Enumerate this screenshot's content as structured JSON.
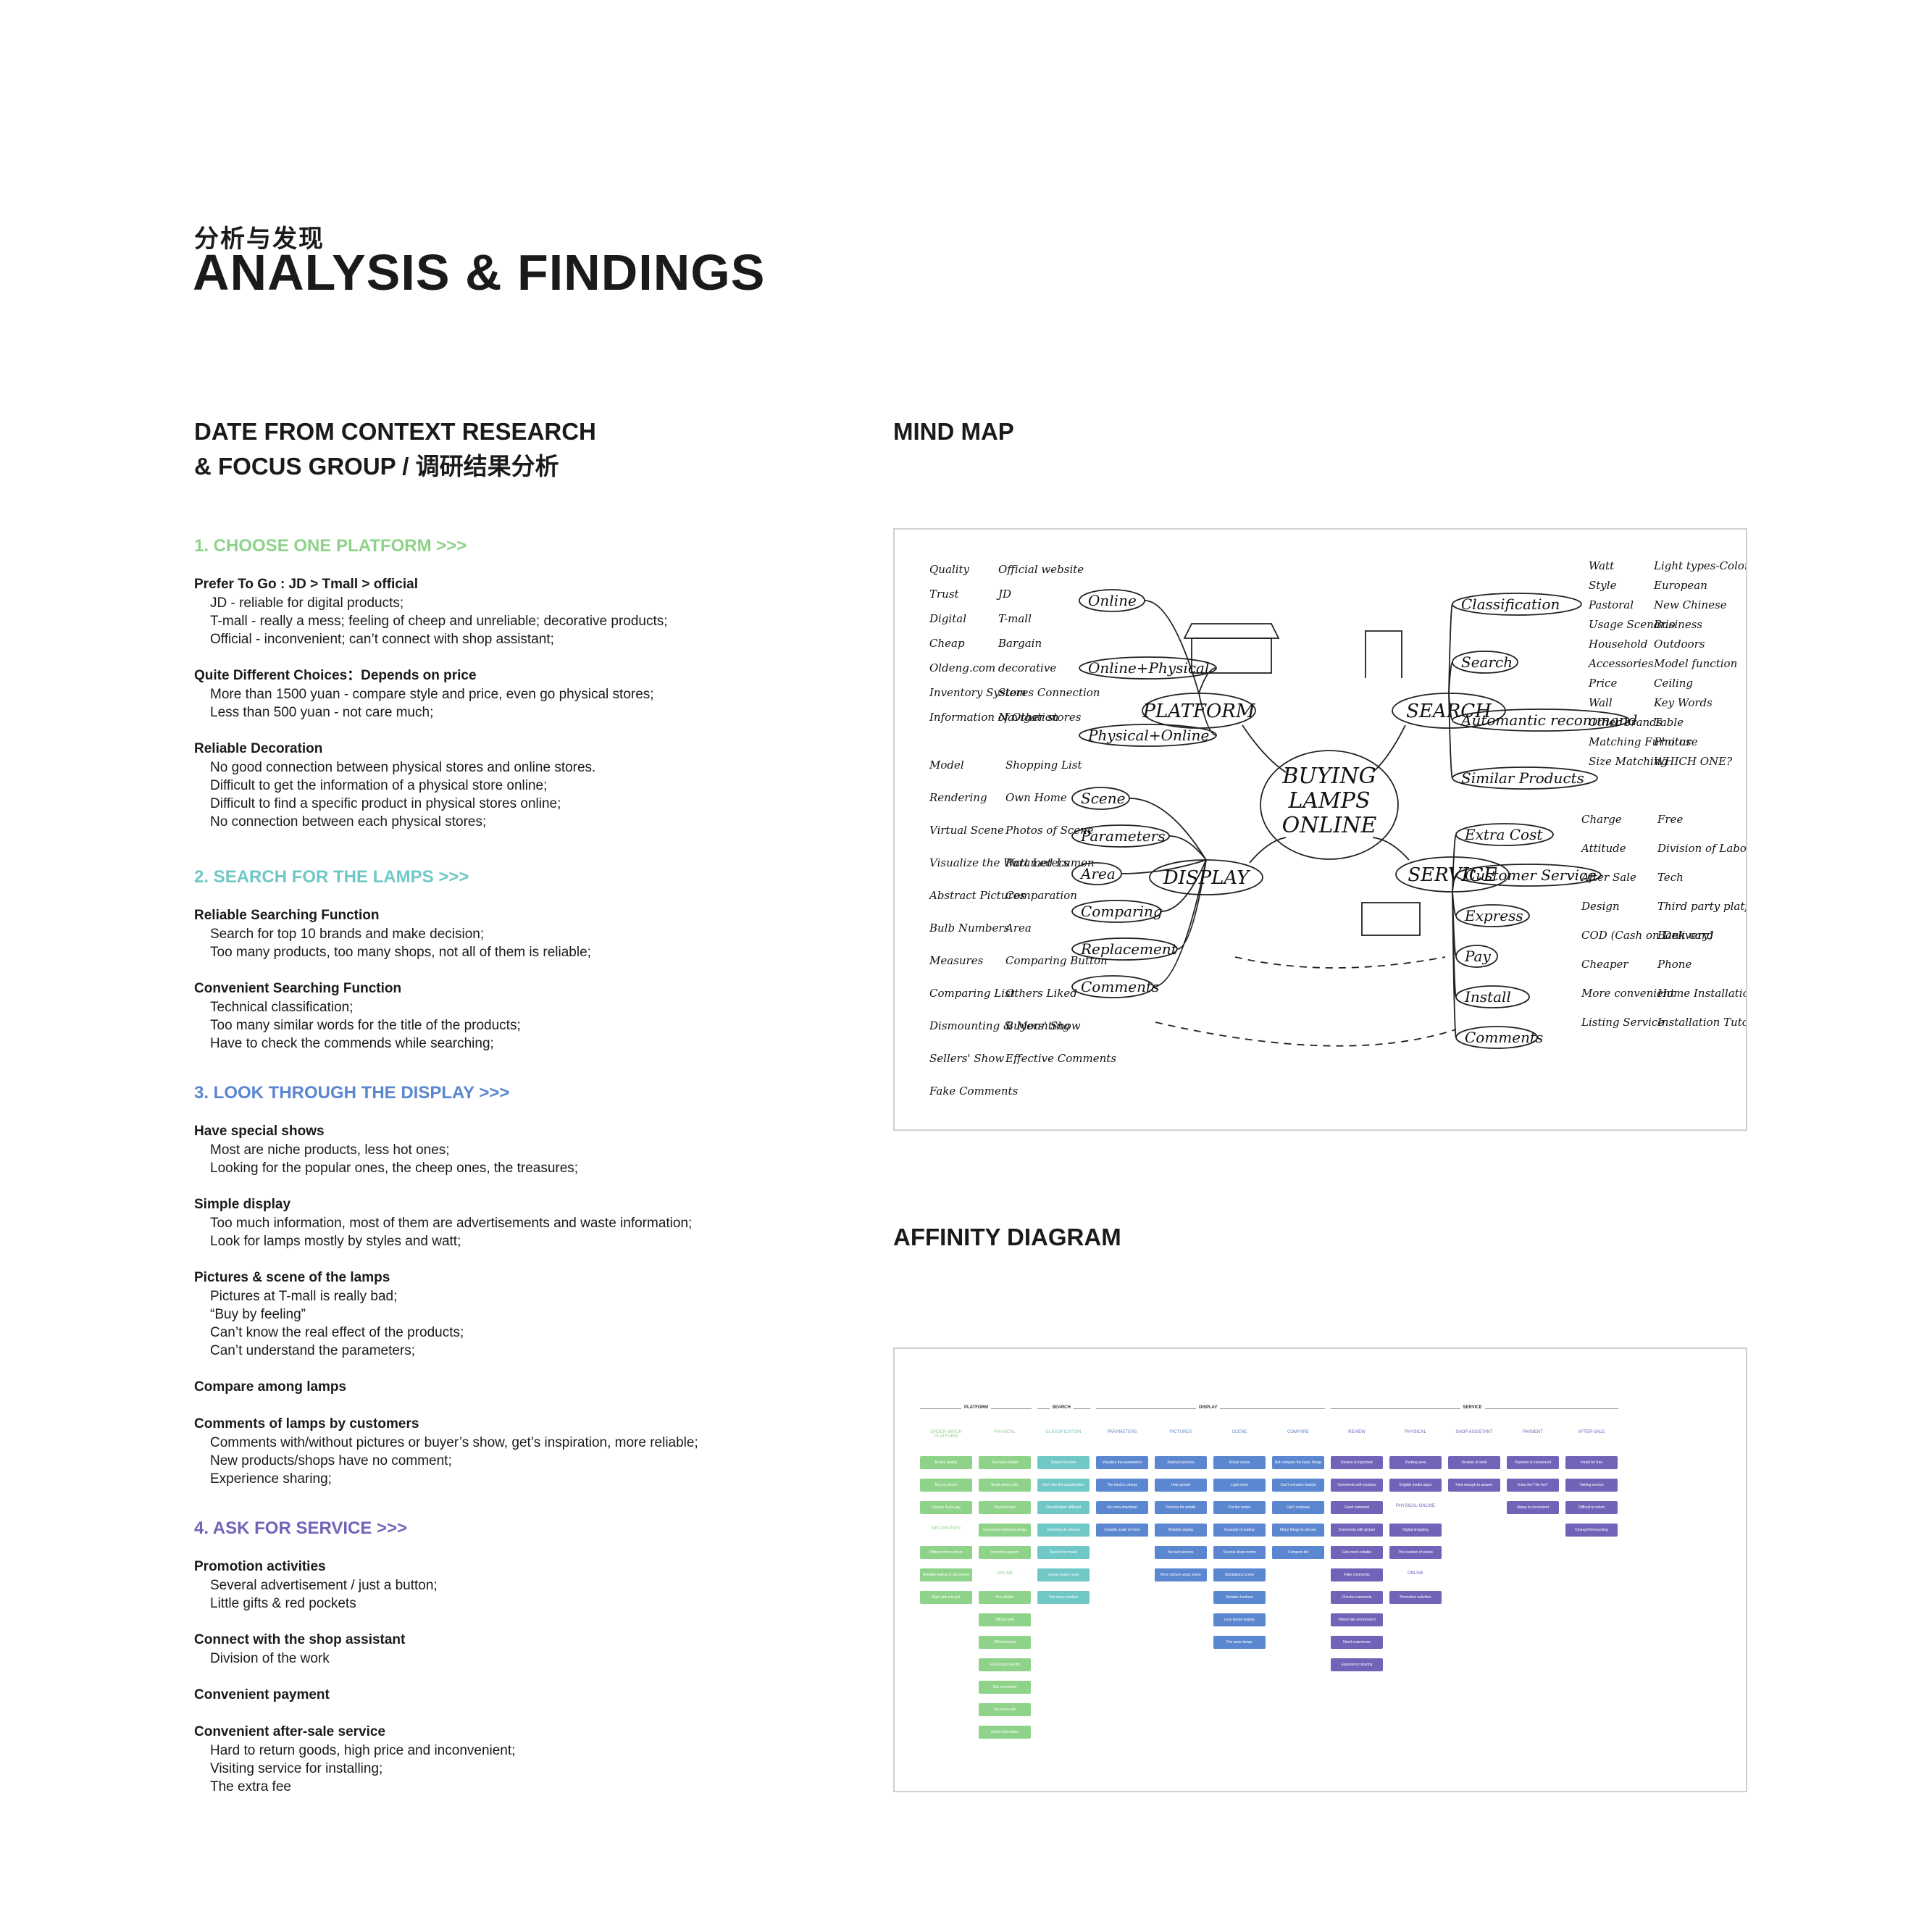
{
  "header": {
    "subtitle_cn": "分析与发现",
    "title": "ANALYSIS & FINDINGS"
  },
  "colors": {
    "green": "#8fd38a",
    "teal": "#6fc8c6",
    "blue": "#5b86d0",
    "purple": "#7064b8"
  },
  "research": {
    "heading_line1": "DATE FROM CONTEXT RESEARCH",
    "heading_line2": "& FOCUS GROUP / 调研结果分析",
    "sections": [
      {
        "title": "1. CHOOSE ONE PLATFORM >>>",
        "color": "#8fd38a",
        "items": [
          {
            "title": "Prefer To Go : JD > Tmall > official",
            "lines": [
              "JD - reliable for digital products;",
              "T-mall - really a mess; feeling of cheep and unreliable; decorative products;",
              "Official - inconvenient; can’t connect with shop assistant;"
            ]
          },
          {
            "title": "Quite Different Choices：Depends on price",
            "lines": [
              "More than 1500 yuan - compare style and price, even go physical stores;",
              "Less than 500 yuan - not care much;"
            ]
          },
          {
            "title": "Reliable Decoration",
            "lines": [
              "No good connection between physical stores and online stores.",
              "Difficult to get the information of a physical store online;",
              "Difficult to find a specific product in physical stores online;",
              "No connection between each physical stores;"
            ]
          }
        ]
      },
      {
        "title": "2. SEARCH FOR THE LAMPS >>>",
        "color": "#6fc8c6",
        "items": [
          {
            "title": "Reliable Searching Function",
            "lines": [
              "Search for top 10 brands and make decision;",
              "Too many products, too many shops, not all of them is reliable;"
            ]
          },
          {
            "title": "Convenient Searching Function",
            "lines": [
              "Technical classification;",
              "Too many similar words for the title of the products;",
              "Have to check the commends while searching;"
            ]
          }
        ]
      },
      {
        "title": "3. LOOK THROUGH THE DISPLAY >>>",
        "color": "#5b86d0",
        "items": [
          {
            "title": "Have special shows",
            "lines": [
              "Most are niche products, less hot ones;",
              "Looking for the popular ones, the cheep ones, the treasures;"
            ]
          },
          {
            "title": "Simple display",
            "lines": [
              "Too much information, most of them are advertisements and waste information;",
              "Look for lamps mostly by styles and watt;"
            ]
          },
          {
            "title": "Pictures & scene of the lamps",
            "lines": [
              "Pictures at T-mall is really bad;",
              "“Buy by feeling”",
              "Can’t know the real effect of the products;",
              "Can’t understand the parameters;"
            ]
          },
          {
            "title": "Compare among lamps",
            "lines": []
          },
          {
            "title": "Comments of lamps by customers",
            "lines": [
              "Comments with/without pictures or buyer’s show, get’s inspiration, more reliable;",
              "New products/shops have no comment;",
              "Experience sharing;"
            ]
          }
        ]
      },
      {
        "title": "4. ASK FOR SERVICE >>>",
        "color": "#7064b8",
        "items": [
          {
            "title": "Promotion activities",
            "lines": [
              "Several advertisement / just a button;",
              "Little gifts & red pockets"
            ]
          },
          {
            "title": "Connect with the shop assistant",
            "lines": [
              "Division of the work"
            ]
          },
          {
            "title": "Convenient payment",
            "lines": []
          },
          {
            "title": "Convenient after-sale service",
            "lines": [
              "Hard to return goods, high price and inconvenient;",
              "Visiting service for installing;",
              "The extra fee"
            ]
          }
        ]
      }
    ]
  },
  "mindmap": {
    "heading": "MIND MAP",
    "center": [
      "BUYING",
      "LAMPS",
      "ONLINE"
    ],
    "hubs": [
      "PLATFORM",
      "SEARCH",
      "DISPLAY",
      "SERVICE"
    ],
    "platform_nodes": [
      "Online",
      "Online+Physical",
      "Physical+Online"
    ],
    "platform_words": [
      "Quality",
      "Official website",
      "Trust",
      "JD",
      "Digital",
      "T-mall",
      "Cheap",
      "Bargain",
      "Oldeng.com",
      "decorative",
      "Inventory System",
      "Stores Connection",
      "Information of Other stores",
      "Navigation"
    ],
    "search_nodes": [
      "Classification",
      "Search",
      "Automantic recommand",
      "Similar Products"
    ],
    "search_words": [
      "Watt",
      "Light types-Color",
      "Style",
      "European",
      "Pastoral",
      "New Chinese",
      "Usage Scenario",
      "Business",
      "Household",
      "Outdoors",
      "Accessories",
      "Model function",
      "Price",
      "Ceiling",
      "Wall",
      "Key Words",
      "Other brands",
      "Table",
      "Matching Furniture",
      "Photos",
      "Size Matching",
      "WHICH ONE?"
    ],
    "display_nodes": [
      "Scene",
      "Parameters",
      "Area",
      "Comparing",
      "Replacement",
      "Comments"
    ],
    "display_words": [
      "Model",
      "Shopping List",
      "Rendering",
      "Own Home",
      "Virtual Scene",
      "Photos of Scene",
      "Visualize the Watt Led Lumen",
      "Parameters",
      "Abstract Pictures",
      "Comparation",
      "Bulb Numbers",
      "Area",
      "Measures",
      "Comparing Button",
      "Comparing List",
      "Others Liked",
      "Dismounting & Mounting",
      "Buyers' Show",
      "Sellers' Show",
      "Effective Comments",
      "Fake Comments"
    ],
    "service_nodes": [
      "Extra Cost",
      "Customer Service",
      "Express",
      "Pay",
      "Install",
      "Comments"
    ],
    "service_words": [
      "Charge",
      "Free",
      "Attitude",
      "Division of Labor",
      "After Sale",
      "Tech",
      "Design",
      "Third party platform",
      "COD (Cash on Delivery)",
      "Bank card",
      "Cheaper",
      "Phone",
      "More convenient",
      "Home Installation",
      "Listing Service",
      "Installation Tutorial"
    ]
  },
  "affinity": {
    "heading": "AFFINITY DIAGRAM",
    "groups": [
      "PLATFORM",
      "SEARCH",
      "DISPLAY",
      "SERVICE"
    ],
    "columns": [
      {
        "label": "ORDER WHICH PLATFORM",
        "color": "#8fd38a",
        "notes": [
          "Brand, quality",
          "Buy by prices",
          "Choose if you pay"
        ],
        "sub2": "DECORATION",
        "notes2": [
          "Different from others",
          "Reliable feeling of decoration",
          "Right place to put"
        ]
      },
      {
        "label": "PHYSICAL",
        "color": "#8fd38a",
        "notes": [
          "Too many shops",
          "Small stores only",
          "Physical map",
          "Connection between shops",
          "Inventory system"
        ],
        "sub2": "ONLINE",
        "notes2": [
          "Not reliable",
          "Official sells",
          "Official stores",
          "Find lamps directly",
          "Not connected",
          "Too many ads",
          "Good information"
        ]
      },
      {
        "label": "CLASSIFICATION",
        "color": "#6fc8c6",
        "notes": [
          "Search function",
          "Don't like the classification",
          "Classification different",
          "Checkbox to choose",
          "Search for model",
          "Lamps match room",
          "Too many product"
        ],
        "sub2": "",
        "notes2": []
      },
      {
        "label": "PARAMETERS",
        "color": "#5b86d0",
        "notes": [
          "Visualize the parameters",
          "The electric charge",
          "No extra download",
          "Suitable scale of room"
        ],
        "sub2": "",
        "notes2": []
      },
      {
        "label": "PICTURES",
        "color": "#5b86d0",
        "notes": [
          "Abstract pictures",
          "Help people",
          "Pictures for details",
          "Reliable display",
          "No bad pictures",
          "More picture using scene"
        ],
        "sub2": "",
        "notes2": []
      },
      {
        "label": "SCENE",
        "color": "#5b86d0",
        "notes": [
          "Actual scene",
          "Light show",
          "Put the lamps",
          "Example of putting",
          "Several show rooms",
          "Simulations scene",
          "Suitable furniture",
          "Less lamps display",
          "Put same lamps"
        ],
        "sub2": "",
        "notes2": []
      },
      {
        "label": "COMPARE",
        "color": "#5b86d0",
        "notes": [
          "Not compare the basic things",
          "Can't compare brands",
          "Can't compare",
          "Many things to choose",
          "Compare list"
        ],
        "sub2": "",
        "notes2": []
      },
      {
        "label": "REVIEW",
        "color": "#7064b8",
        "notes": [
          "Review is important",
          "Comments with pictures",
          "Good comment",
          "Comments with picture",
          "Give more reliable",
          "Fake comments",
          "Checks comments",
          "Others like recommend",
          "Need experience",
          "Experience sharing"
        ],
        "sub2": "",
        "notes2": []
      },
      {
        "label": "PHYSICAL",
        "color": "#7064b8",
        "notes": [
          "Parking area",
          "English media signs"
        ],
        "sub2": "PHYSICAL-ONLINE",
        "notes2": [
          "Digital shopping",
          "The location of stores"
        ],
        "sub3": "ONLINE",
        "notes3": [
          "Promotion activities"
        ]
      },
      {
        "label": "SHOP ASSISTANT",
        "color": "#7064b8",
        "notes": [
          "Division of work",
          "Kind enough to answer"
        ],
        "sub2": "",
        "notes2": []
      },
      {
        "label": "PAYMENT",
        "color": "#7064b8",
        "notes": [
          "Payment is convenient",
          "Extra fee? No fee?",
          "Alipay is convenient"
        ],
        "sub2": "",
        "notes2": []
      },
      {
        "label": "AFTER-SALE",
        "color": "#7064b8",
        "notes": [
          "Install for free",
          "Visiting service",
          "Difficult to return",
          "Change/Demounting"
        ],
        "sub2": "",
        "notes2": []
      }
    ]
  }
}
